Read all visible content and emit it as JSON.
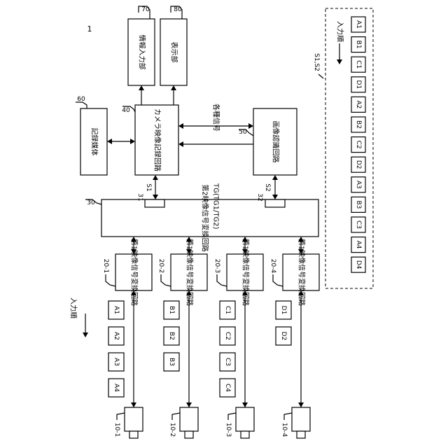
{
  "figure_number": "1",
  "blocks": {
    "info_input": {
      "ref": "70",
      "label": "情報入力部"
    },
    "display": {
      "ref": "80",
      "label": "表示部"
    },
    "recording_medium": {
      "ref": "60",
      "label": "記録媒体"
    },
    "camera_video_recording": {
      "ref": "40",
      "label": "カメラ映像記録回路"
    },
    "image_recognition": {
      "ref": "50",
      "label": "画像認識回路"
    },
    "second_conversion": {
      "ref": "30",
      "label": "第2映像信号変換回路"
    }
  },
  "signals": {
    "various": "各種信号",
    "tg": "TG(TG1/TG2)",
    "s1": "S1",
    "s2": "S2",
    "ref31": "31",
    "ref32": "32",
    "output_order_label": "S1,S2"
  },
  "first_conversion": [
    {
      "ref": "20-1",
      "label": "第1映像信号変換回路"
    },
    {
      "ref": "20-2",
      "label": "第1映像信号変換回路"
    },
    {
      "ref": "20-3",
      "label": "第1映像信号変換回路"
    },
    {
      "ref": "20-4",
      "label": "第1映像信号変換回路"
    }
  ],
  "cameras": [
    {
      "ref": "10-1"
    },
    {
      "ref": "10-2"
    },
    {
      "ref": "10-3"
    },
    {
      "ref": "10-4"
    }
  ],
  "input_order_label": "入力順",
  "frame_columns": [
    [
      "A1",
      "A2",
      "A3",
      "A4"
    ],
    [
      "B1",
      "B2",
      "B3"
    ],
    [
      "C1",
      "C2",
      "C3",
      "C4"
    ],
    [
      "D1",
      "D2"
    ]
  ],
  "output_sequence": [
    "A1",
    "B1",
    "C1",
    "D1",
    "A2",
    "B2",
    "C2",
    "D2",
    "A3",
    "B3",
    "C3",
    "A4",
    "D4"
  ]
}
